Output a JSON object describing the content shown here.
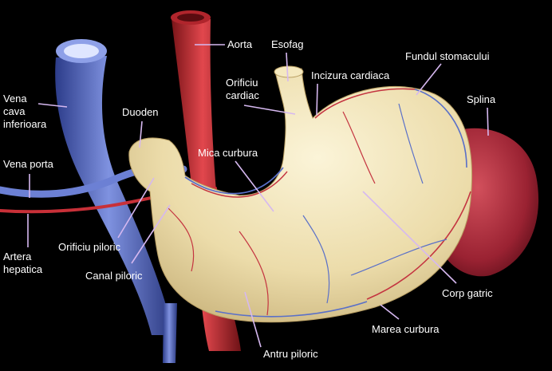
{
  "colors": {
    "background": "#000000",
    "label_text": "#ffffff",
    "leader_line": "#d6b8f0",
    "vein": "#5f74c8",
    "artery": "#c8343a",
    "stomach": "#efe2b4",
    "spleen": "#a52a38"
  },
  "labels": {
    "vena_cava_inferioara": "Vena\ncava\ninferioara",
    "vena_porta": "Vena porta",
    "artera_hepatica": "Artera\nhepatica",
    "duoden": "Duoden",
    "aorta": "Aorta",
    "esofag": "Esofag",
    "orificiu_cardiac": "Orificiu\ncardiac",
    "incizura_cardiaca": "Incizura cardiaca",
    "fundul_stomacului": "Fundul stomacului",
    "splina": "Splina",
    "mica_curbura": "Mica curbura",
    "orificiu_piloric": "Orificiu piloric",
    "canal_piloric": "Canal piloric",
    "corp_gatric": "Corp gatric",
    "marea_curbura": "Marea curbura",
    "antru_piloric": "Antru piloric"
  }
}
